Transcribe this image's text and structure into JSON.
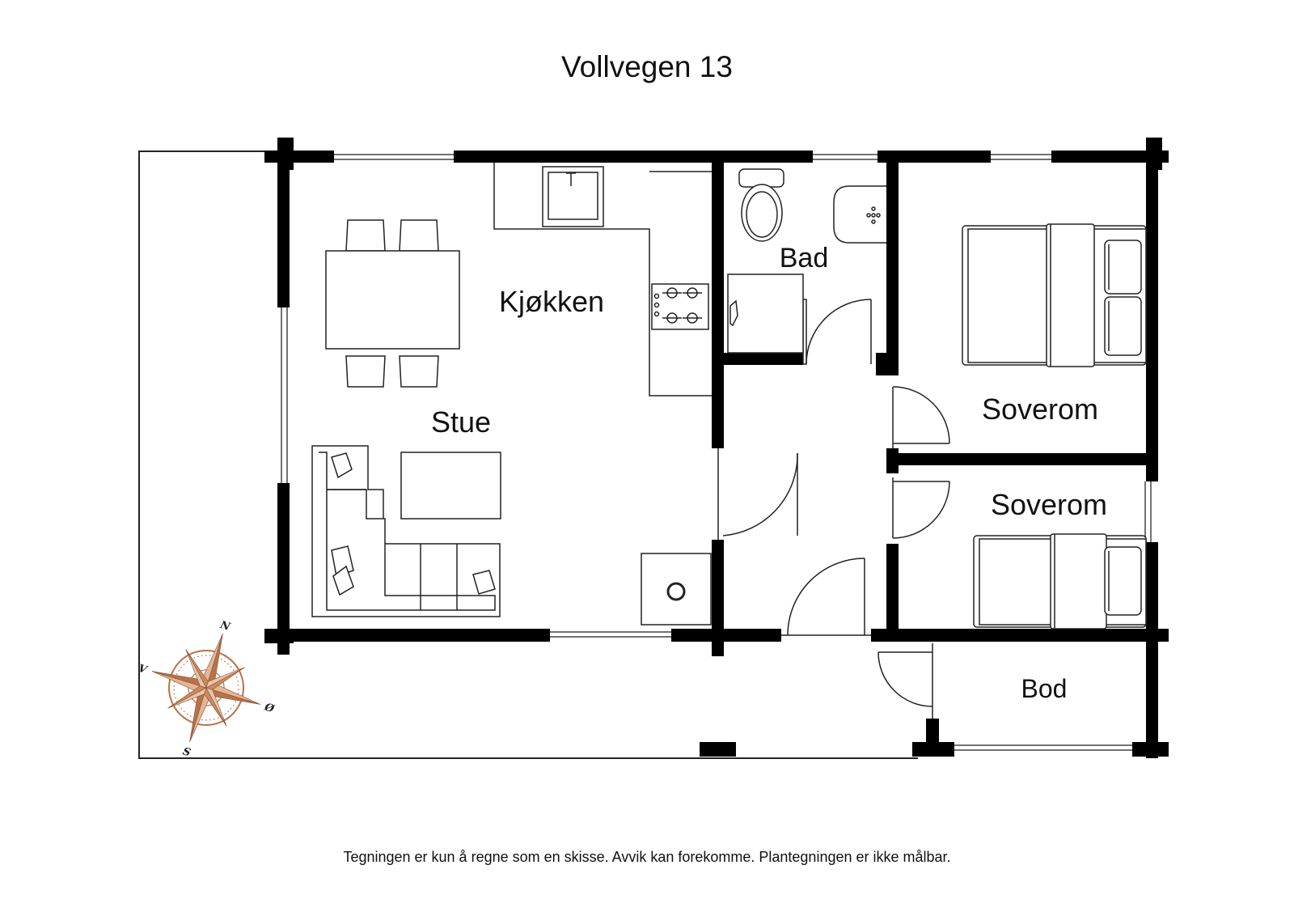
{
  "title": "Vollvegen 13",
  "disclaimer": "Tegningen er kun å regne som en skisse. Avvik kan forekomme. Plantegningen er ikke målbar.",
  "rooms": {
    "kitchen": "Kjøkken",
    "bathroom": "Bad",
    "living_room": "Stue",
    "bedroom_1": "Soverom",
    "bedroom_2": "Soverom",
    "storage": "Bod"
  },
  "compass": {
    "north": "N",
    "east": "Ø",
    "south": "S",
    "west": "V",
    "color": "#b8734a"
  },
  "colors": {
    "wall": "#000000",
    "line": "#222222",
    "background": "#ffffff"
  }
}
